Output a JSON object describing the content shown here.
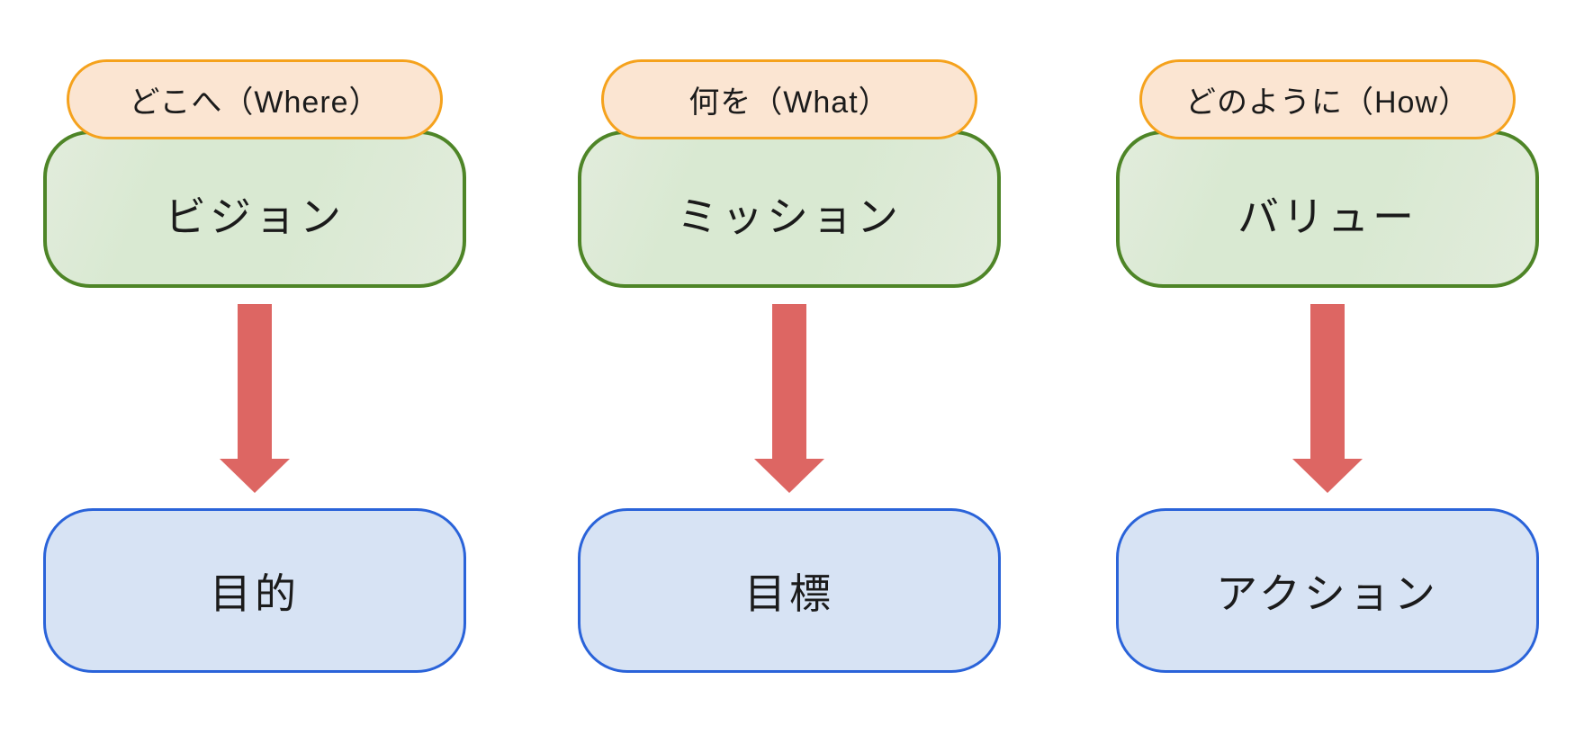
{
  "diagram": {
    "description": "Vision Mission Value mapping diagram",
    "arrow_icon": "down-block-arrow",
    "columns": [
      {
        "question": "どこへ（Where）",
        "concept": "ビジョン",
        "outcome": "目的"
      },
      {
        "question": "何を（What）",
        "concept": "ミッション",
        "outcome": "目標"
      },
      {
        "question": "どのように（How）",
        "concept": "バリュー",
        "outcome": "アクション"
      }
    ]
  },
  "colors": {
    "pill_fill": "#fbe5d2",
    "pill_border": "#f5a21d",
    "concept_fill": "#d9e9d2",
    "concept_fill_edge": "#e2ecdc",
    "concept_border": "#4e8527",
    "outcome_fill": "#d7e3f4",
    "outcome_border": "#2a63d9",
    "arrow": "#dd6663",
    "text": "#1b1b1b",
    "background": "#ffffff"
  }
}
